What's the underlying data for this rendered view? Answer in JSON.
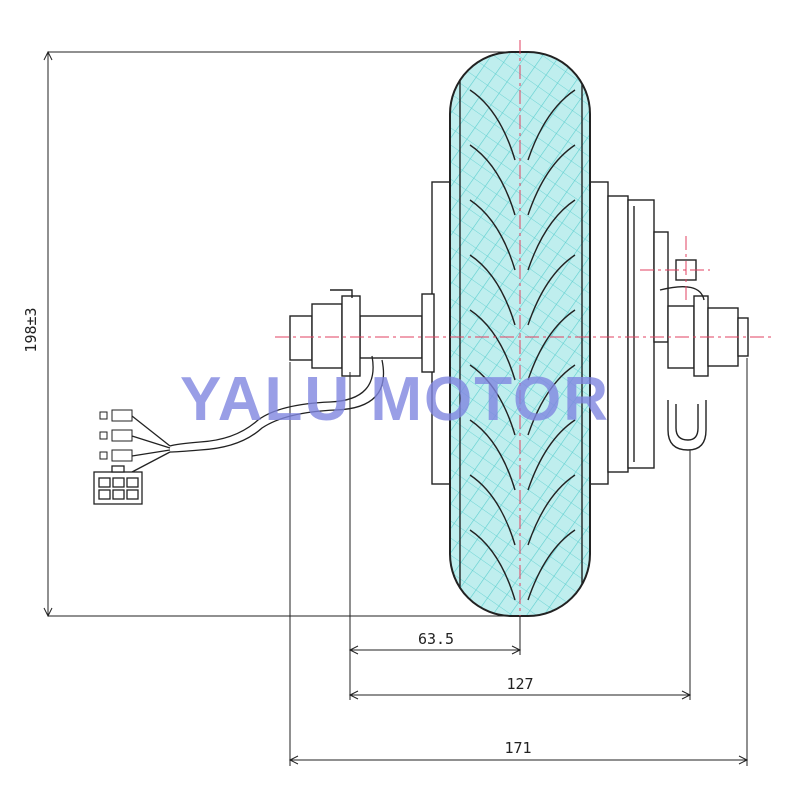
{
  "diagram": {
    "watermark": "YALU MOTOR",
    "dimensions": {
      "height": "198±3",
      "offset": "63.5",
      "width_inner": "127",
      "width_overall": "171"
    },
    "colors": {
      "tire_fill": "#bfeeee",
      "tire_hatch": "#5ccfcf",
      "outline": "#222222",
      "centerline": "#e04060",
      "watermark": "#7f86e0"
    },
    "icons": [
      "connector-plug-icon",
      "wire-terminal-icon"
    ]
  }
}
